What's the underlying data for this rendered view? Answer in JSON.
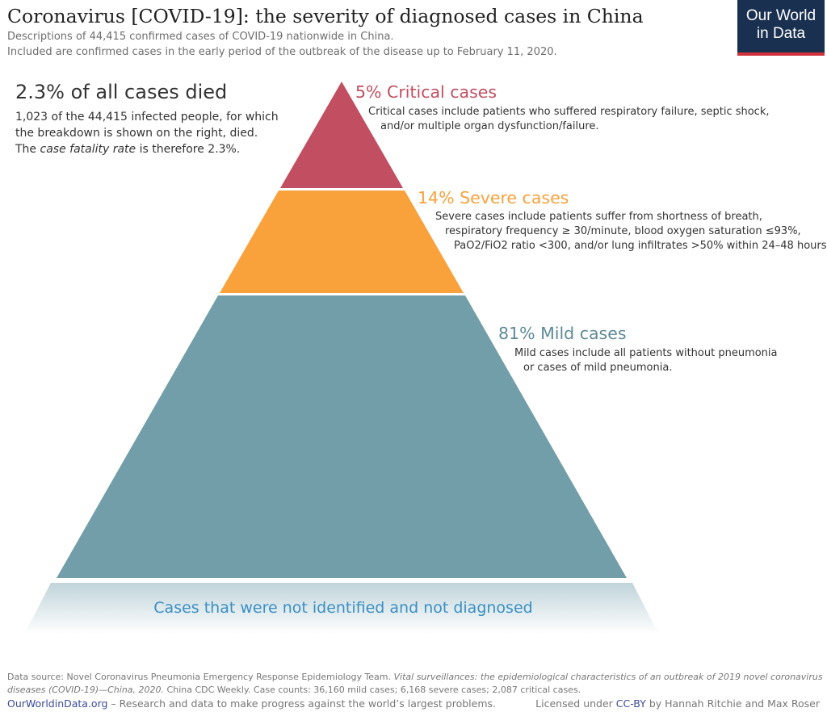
{
  "header": {
    "title": "Coronavirus [COVID-19]: the severity of diagnosed cases in China",
    "subtitle_line1": "Descriptions of 44,415 confirmed cases of COVID-19 nationwide in China.",
    "subtitle_line2": "Included are confirmed cases in the early period of the outbreak of the disease up to February 11, 2020."
  },
  "logo": {
    "line1": "Our World",
    "line2": "in Data"
  },
  "fatality": {
    "headline": "2.3% of all cases died",
    "line1": "1,023 of the 44,415 infected people, for which",
    "line2": "the breakdown is shown on the right, died.",
    "line3_prefix": "The ",
    "line3_italic": "case fatality rate",
    "line3_suffix": " is therefore 2.3%."
  },
  "levels": {
    "critical": {
      "title": "5% Critical cases",
      "desc1": "Critical cases include patients who suffered respiratory failure, septic shock,",
      "desc2": "and/or multiple organ dysfunction/failure.",
      "color": "#c24e61"
    },
    "severe": {
      "title": "14% Severe cases",
      "desc1": "Severe cases include patients suffer from shortness of breath,",
      "desc2": "respiratory frequency ≥ 30/minute, blood oxygen saturation ≤93%,",
      "desc3": "PaO2/FiO2 ratio <300, and/or lung infiltrates >50% within 24–48 hours.",
      "color": "#f9a13b"
    },
    "mild": {
      "title": "81% Mild cases",
      "desc1": "Mild cases include all patients without pneumonia",
      "desc2": "or cases of mild pneumonia.",
      "color": "#729ea9"
    },
    "undiagnosed": {
      "label": "Cases that were not identified and not diagnosed",
      "color": "#c5d8de"
    }
  },
  "footer": {
    "source_prefix": "Data source: Novel Coronavirus Pneumonia Emergency Response Epidemiology Team. ",
    "source_italic1": "Vital surveillances: the epidemiological characteristics of an outbreak of 2019 novel coronavirus",
    "source_italic2": "diseases (COVID-19)—China, 2020.",
    "source_suffix": " China CDC Weekly. Case counts: 36,160 mild cases; 6,168 severe cases; 2,087 critical cases.",
    "site": "OurWorldinData.org",
    "tagline": " – Research and data to make progress against the world’s largest problems.",
    "license_prefix": "Licensed under ",
    "license_link": "CC-BY",
    "license_suffix": " by Hannah Ritchie and Max Roser"
  }
}
